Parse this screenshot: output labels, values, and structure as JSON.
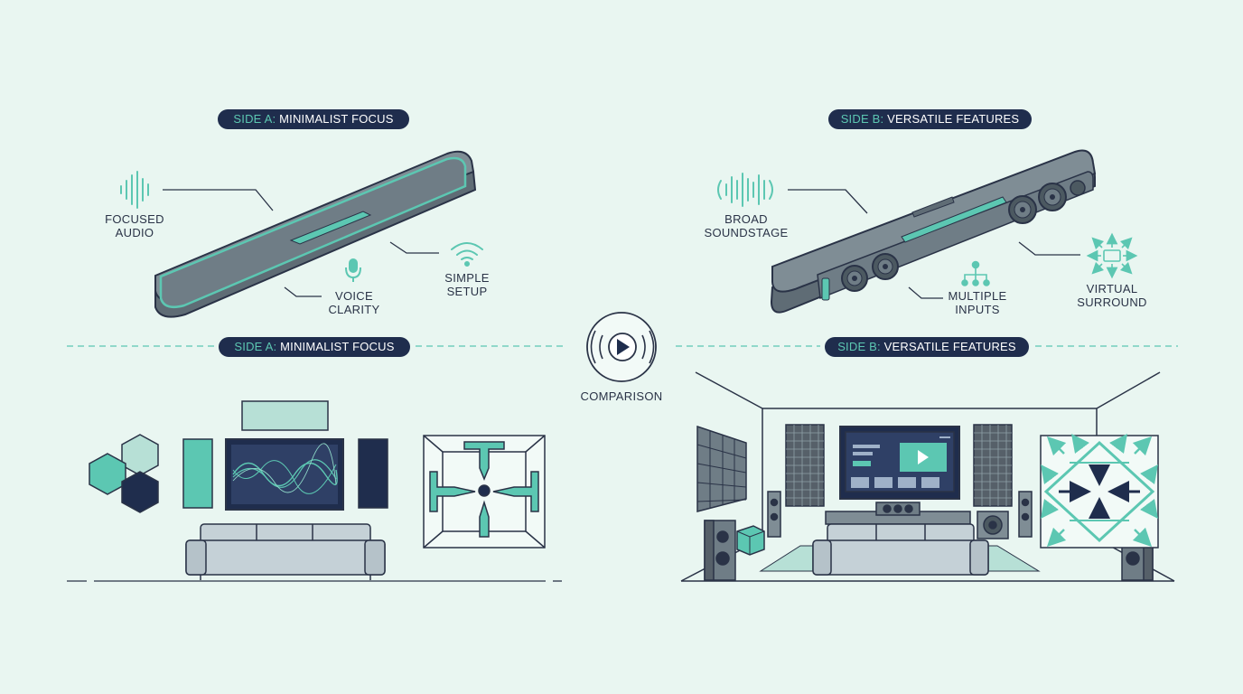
{
  "top": {
    "left_pill": {
      "side": "SIDE A:",
      "name": "MINIMALIST FOCUS"
    },
    "right_pill": {
      "side": "SIDE B:",
      "name": "VERSATILE FEATURES"
    }
  },
  "middle": {
    "left_pill": {
      "side": "SIDE A:",
      "name": "MINIMALIST FOCUS"
    },
    "right_pill": {
      "side": "SIDE B:",
      "name": "VERSATILE FEATURES"
    },
    "center_label": "COMPARISON"
  },
  "side_a_features": {
    "focused_audio": [
      "FOCUSED",
      "AUDIO"
    ],
    "voice_clarity": [
      "VOICE",
      "CLARITY"
    ],
    "simple_setup": [
      "SIMPLE",
      "SETUP"
    ]
  },
  "side_b_features": {
    "broad_soundstage": [
      "BROAD",
      "SOUNDSTAGE"
    ],
    "multiple_inputs": [
      "MULTIPLE",
      "INPUTS"
    ],
    "virtual_surround": [
      "VIRTUAL",
      "SURROUND"
    ]
  },
  "colors": {
    "background": "#e9f6f1",
    "navy": "#1f2d4d",
    "teal": "#5cc7b2",
    "soundbar_gray": "#6f7d86",
    "line": "#2a3347"
  }
}
